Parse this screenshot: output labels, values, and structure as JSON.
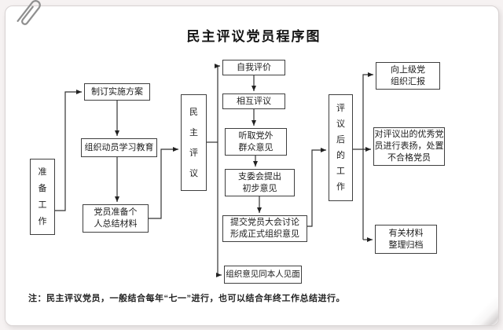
{
  "page": {
    "title": "民主评议党员程序图",
    "note": "注：民主评议党员，一般结合每年“七一”进行，也可以结合年终工作总结进行。"
  },
  "flowchart": {
    "stages": {
      "preparation": "准备工作",
      "democratic_review": "民主评议",
      "post_review_work": "评议后的工作"
    },
    "prep_steps": [
      {
        "label": "制订实施方案"
      },
      {
        "label": "组织动员学习教育"
      },
      {
        "label": "党员准备个人总结材料"
      }
    ],
    "review_steps": [
      {
        "label": "自我评价"
      },
      {
        "label": "相互评议"
      },
      {
        "label": "听取党外群众意见"
      },
      {
        "label": "支委会提出初步意见"
      },
      {
        "label": "提交党员大会讨论形成正式组织意见"
      },
      {
        "label": "组织意见同本人见面"
      }
    ],
    "post_steps": [
      {
        "label": "向上级党组织汇报"
      },
      {
        "label": "对评议出的优秀党员进行表扬，处置不合格党员"
      },
      {
        "label": "有关材料整理归档"
      }
    ]
  },
  "colors": {
    "line": "#333333",
    "box_border": "#3f3f3f",
    "paper": "#ffffff",
    "background": "#f6f2f2"
  }
}
